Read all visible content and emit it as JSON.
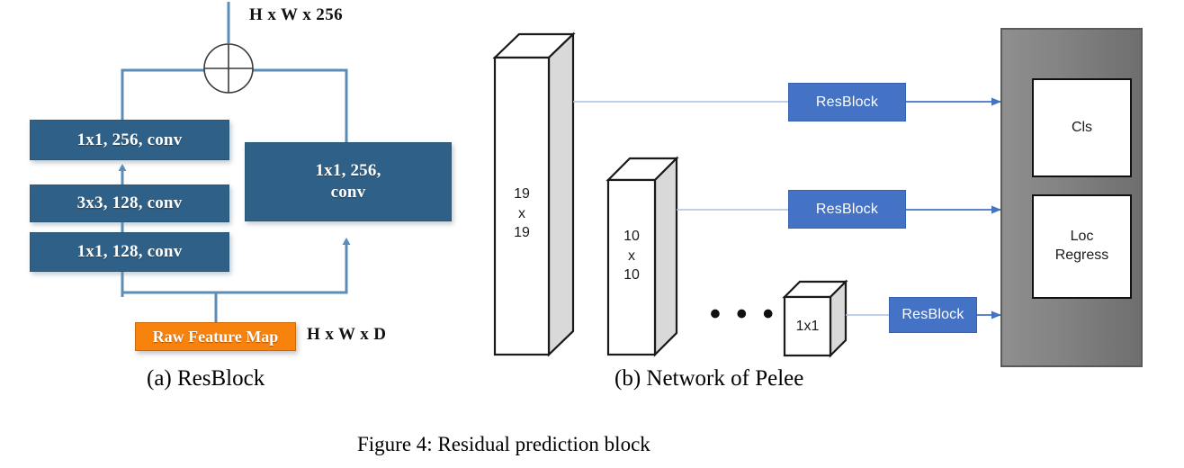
{
  "figure": {
    "caption": "Figure 4: Residual prediction block",
    "panels": [
      {
        "id": "a",
        "caption": "(a) ResBlock"
      },
      {
        "id": "b",
        "caption": "(b) Network of Pelee"
      }
    ]
  },
  "colors": {
    "conv_box": "#2F6087",
    "raw_feature_box": "#F7820E",
    "resblock_box": "#4472C4",
    "head_container": "#808080",
    "connector_line": "#5B8DB8",
    "arrow_blue": "#4472C4",
    "box_outline": "#1a1a1a",
    "box_side_face": "#D9D9D9",
    "background": "#FFFFFF"
  },
  "panel_a": {
    "title": "(a) ResBlock",
    "output_dim_label": "H x W x 256",
    "input_dim_label": "H x W x D",
    "sum_node": "plus-circle",
    "branch_main": [
      {
        "label": "1x1, 128, conv"
      },
      {
        "label": "3x3, 128,  conv"
      },
      {
        "label": "1x1, 256, conv"
      }
    ],
    "branch_shortcut": [
      {
        "label": "1x1, 256,\nconv"
      }
    ],
    "input_node": {
      "label": "Raw Feature Map"
    }
  },
  "panel_b": {
    "title": "(b) Network of Pelee",
    "feature_maps": [
      {
        "label": "19\nx\n19"
      },
      {
        "label": "10\nx\n10"
      },
      {
        "label": "1x1"
      }
    ],
    "ellipsis": "• • •",
    "resblocks": [
      {
        "label": "ResBlock"
      },
      {
        "label": "ResBlock"
      },
      {
        "label": "ResBlock"
      }
    ],
    "heads": [
      {
        "label": "Cls"
      },
      {
        "label": "Loc\nRegress"
      }
    ]
  }
}
